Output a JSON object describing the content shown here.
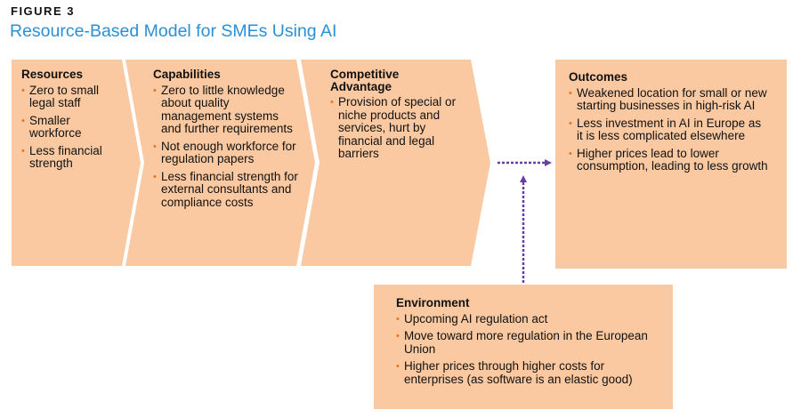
{
  "figure": {
    "label": "FIGURE 3",
    "title": "Resource-Based Model for SMEs Using AI"
  },
  "colors": {
    "box_fill": "#fbc9a1",
    "bullet": "#e8711c",
    "title": "#2b8fd6",
    "arrow": "#6a3fa3"
  },
  "resources": {
    "heading": "Resources",
    "items": [
      "Zero to small legal staff",
      "Smaller workforce",
      "Less financial strength"
    ]
  },
  "capabilities": {
    "heading": "Capabilities",
    "items": [
      "Zero to little knowledge about quality management systems and further requirements",
      "Not enough workforce for regulation papers",
      "Less financial strength for external consultants and compliance costs"
    ]
  },
  "competitive_advantage": {
    "heading": "Competitive Advantage",
    "items": [
      "Provision of special or niche products and services, hurt by financial and legal barriers"
    ]
  },
  "outcomes": {
    "heading": "Outcomes",
    "items": [
      "Weakened location for small or new starting businesses in high-risk AI",
      "Less investment in AI in Europe as it is less complicated elsewhere",
      "Higher prices lead to lower consumption, leading to less growth"
    ]
  },
  "environment": {
    "heading": "Environment",
    "items": [
      "Upcoming AI regulation act",
      "Move toward more regulation in the European Union",
      "Higher prices through higher costs for enterprises (as software is an elastic good)"
    ]
  }
}
